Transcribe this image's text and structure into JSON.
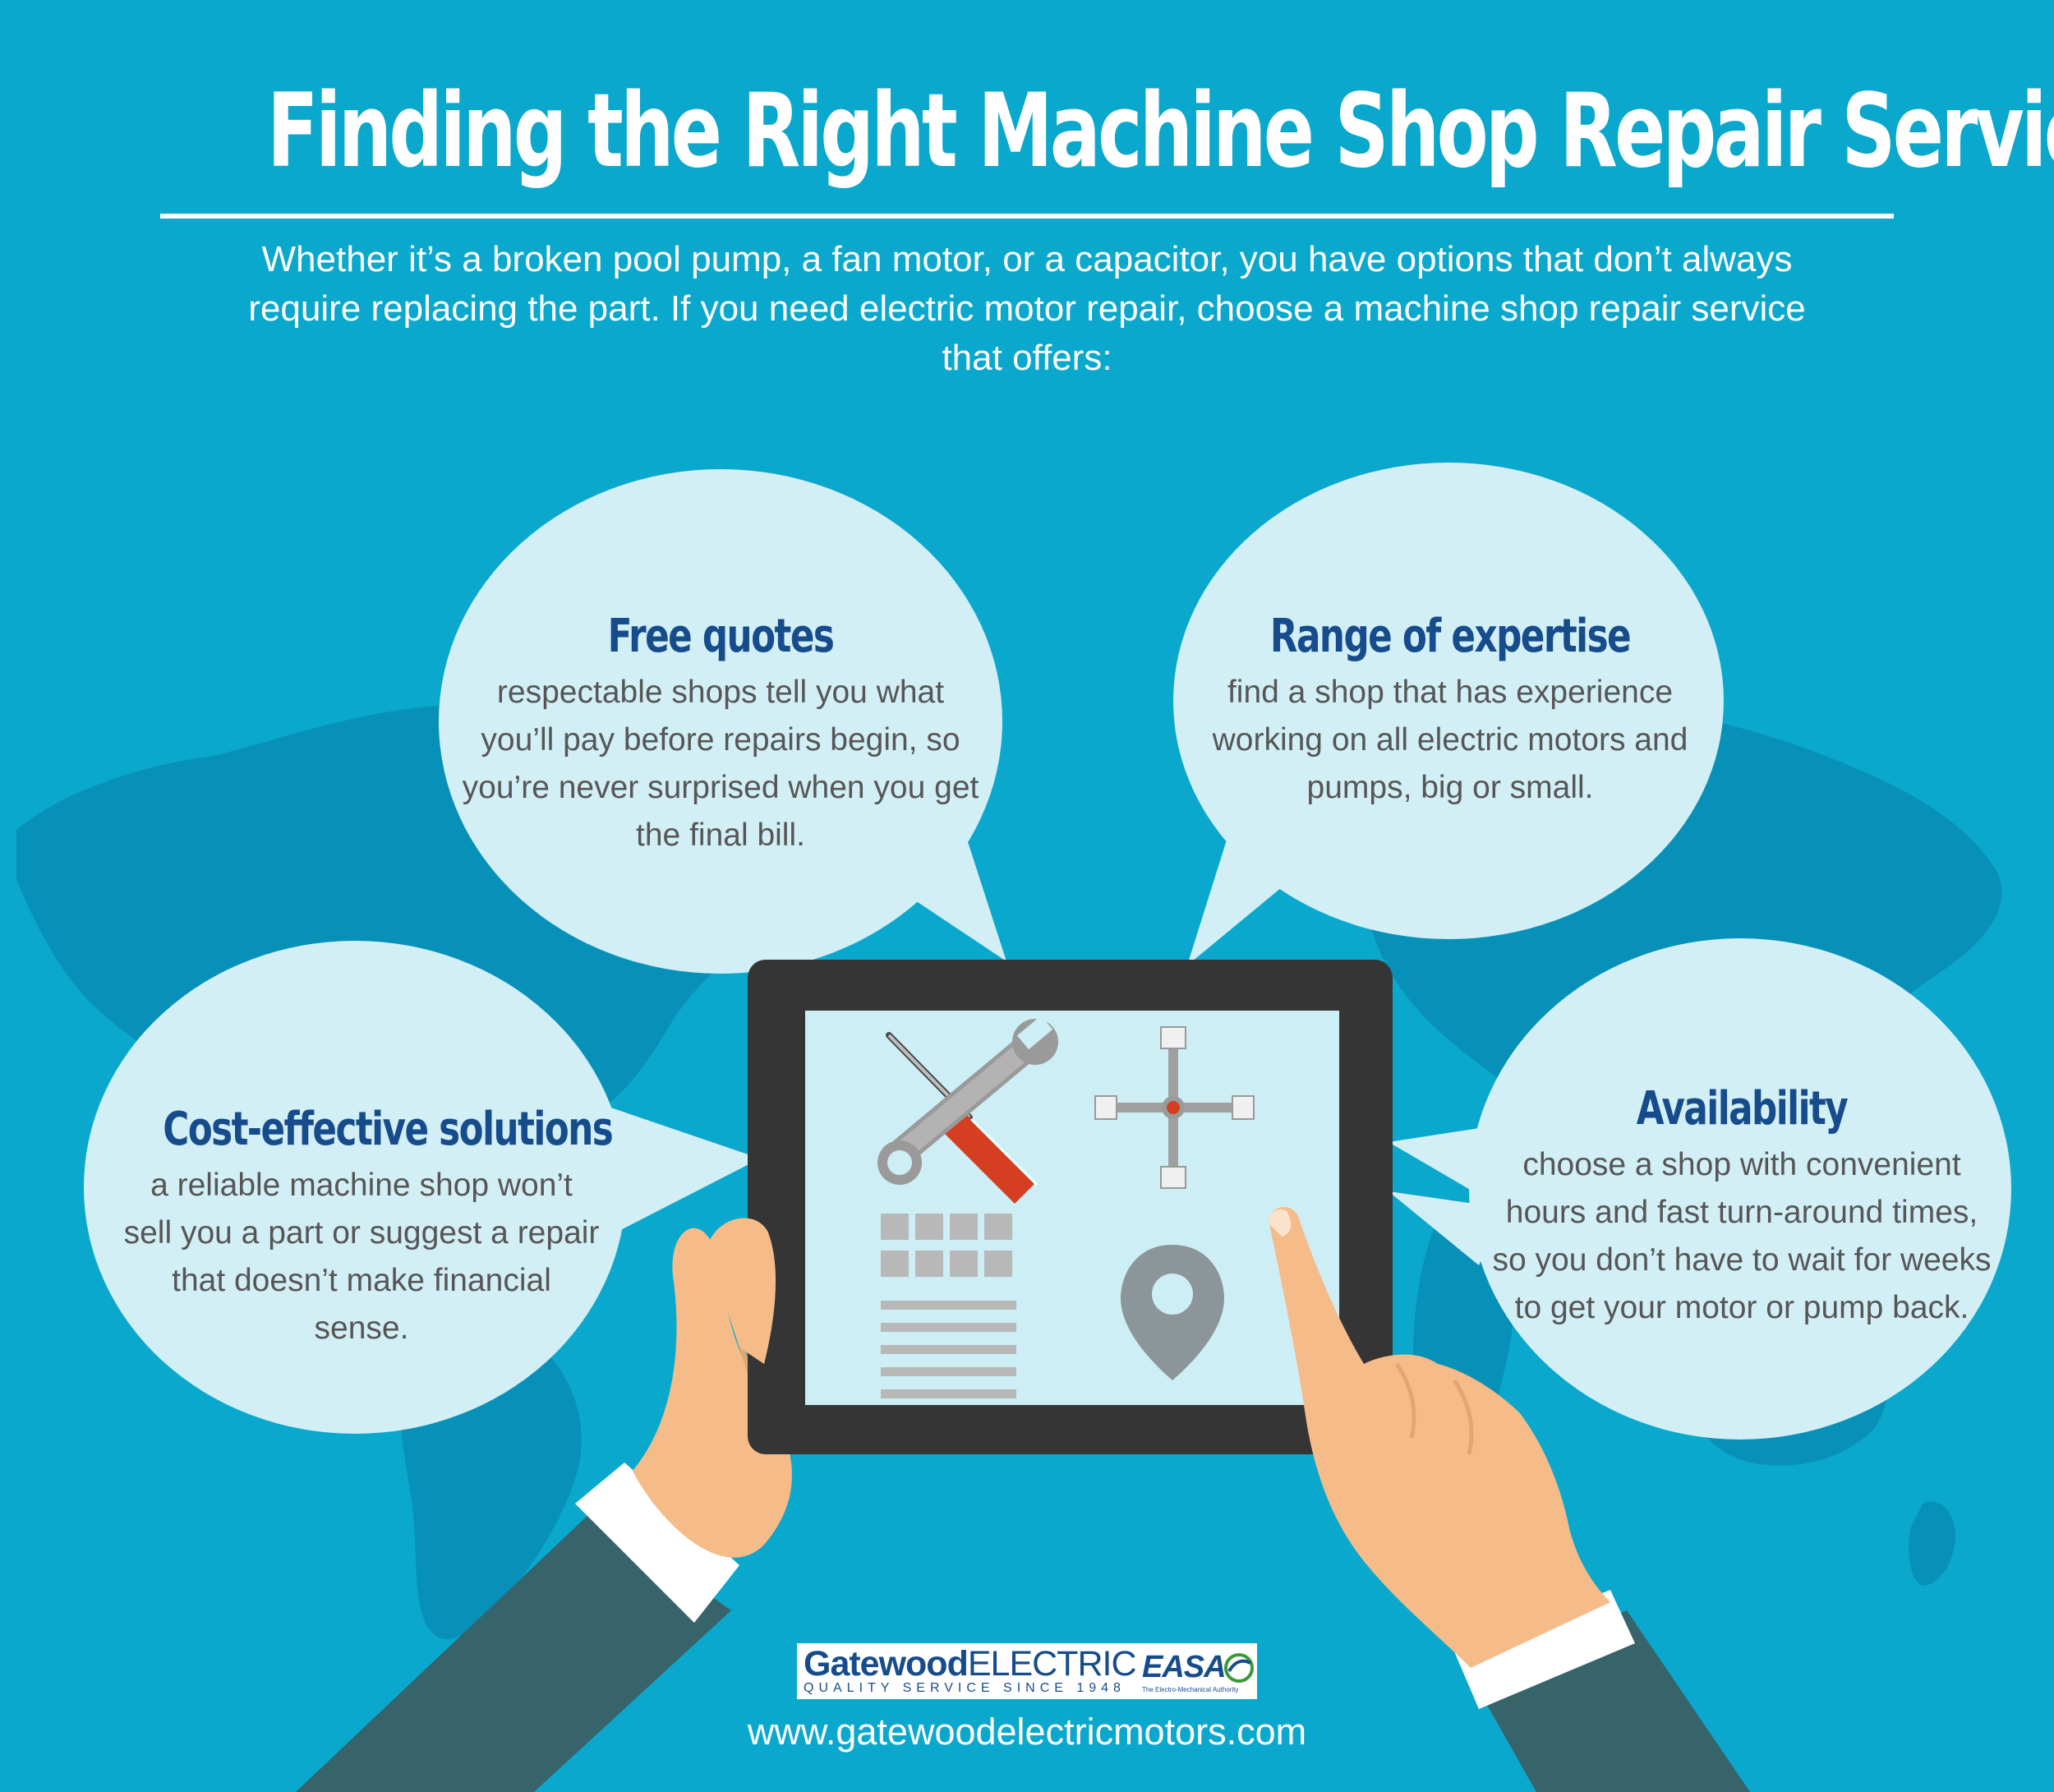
{
  "title": "Finding the Right Machine Shop Repair Service",
  "intro": "Whether it’s a broken pool pump, a fan motor, or a capacitor, you have options that don’t always require replacing the part. If you need electric motor repair, choose a machine shop repair service that offers:",
  "bubbles": {
    "free_quotes": {
      "title": "Free quotes",
      "body": "respectable shops tell you what you’ll pay before repairs begin, so you’re never surprised when you get the final bill."
    },
    "range": {
      "title": "Range of expertise",
      "body": "find a shop that has experience working on all electric motors and pumps, big or small."
    },
    "cost": {
      "title": "Cost-effective solutions",
      "body": "a reliable machine shop won’t sell you a part or suggest a repair that doesn’t make financial sense."
    },
    "availability": {
      "title": "Availability",
      "body": "choose a shop with convenient hours and fast turn-around times, so you don’t have to wait for weeks to get your motor or pump back."
    }
  },
  "logo": {
    "brand_bold": "Gatewood",
    "brand_light": "ELECTRIC",
    "tagline": "QUALITY SERVICE SINCE 1948",
    "partner": "EASA",
    "partner_sub": "The Electro-Mechanical Authority"
  },
  "website": "www.gatewoodelectricmotors.com",
  "icons": [
    "screwdriver-wrench-icon",
    "lug-wrench-icon",
    "grid-list-icon",
    "location-pin-icon"
  ],
  "colors": {
    "background": "#0aa8cc",
    "map": "#0891b8",
    "bubble": "#d2eff6",
    "title_blue": "#174c8c",
    "tablet": "#353535",
    "screen": "#cdeef5",
    "skin": "#f5bc8a",
    "sleeve": "#37636b"
  }
}
